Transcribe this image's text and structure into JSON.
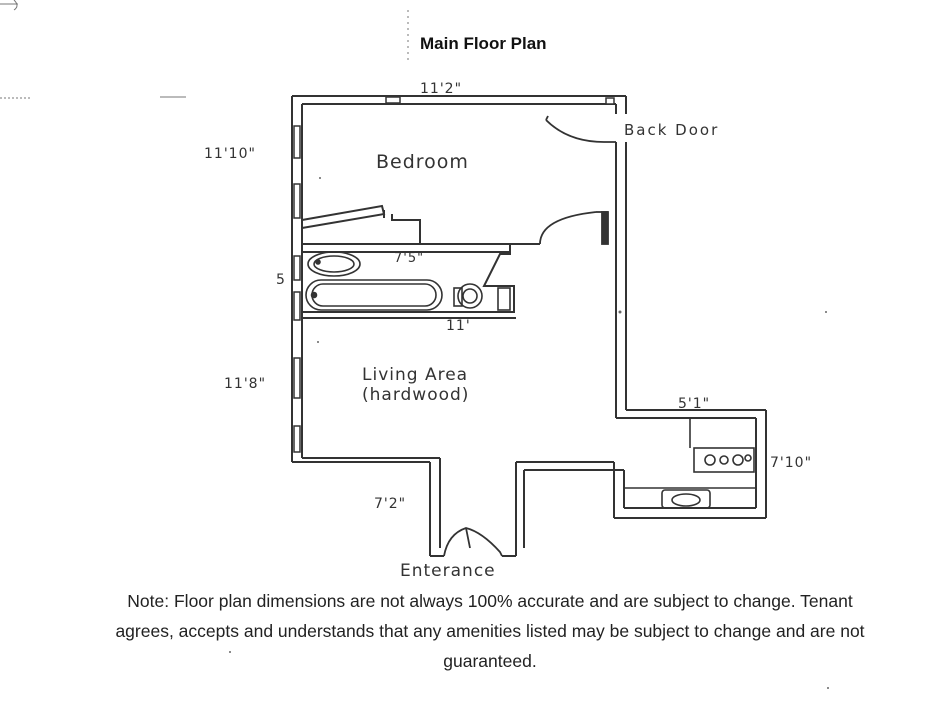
{
  "title": "Main Floor Plan",
  "rooms": {
    "bedroom": "Bedroom",
    "living_line1": "Living Area",
    "living_line2": "(hardwood)"
  },
  "labels": {
    "back_door": "Back Door",
    "entrance": "Enterance",
    "bath_width": "7'5\"",
    "bath_depth": "5",
    "living_width": "11'"
  },
  "dimensions": {
    "top_width": "11'2\"",
    "bedroom_depth": "11'10\"",
    "living_depth": "11'8\"",
    "kitchen_width": "5'1\"",
    "kitchen_depth": "7'10\"",
    "entry_width": "7'2\""
  },
  "note": {
    "line1": "Note: Floor plan dimensions are not always 100% accurate and are subject to change.  Tenant",
    "line2": "agrees, accepts and understands that any amenities listed may be subject to change and are not",
    "line3": "guaranteed."
  },
  "colors": {
    "wall": "#333333",
    "ink": "#1a1a1a",
    "paper": "#ffffff"
  }
}
